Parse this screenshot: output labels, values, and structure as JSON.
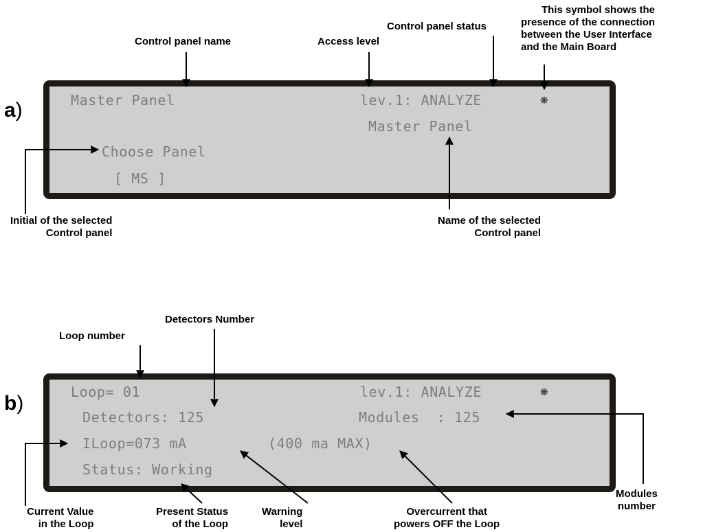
{
  "panel_a": {
    "tag": "a",
    "lcd": {
      "line1_left": "Master Panel",
      "line1_right": "lev.1: ANALYZE",
      "line2_right": "Master Panel",
      "line3_left": "Choose Panel",
      "line4_left": "[ MS ]"
    },
    "annotations": {
      "panel_name": "Control panel name",
      "access_level": "Access level",
      "status": "Control panel status",
      "symbol": [
        "This symbol shows the",
        "presence of  the connection",
        "between the User Interface",
        "and the Main Board"
      ],
      "initial": [
        "Initial of the selected",
        "Control panel"
      ],
      "selected_name": [
        "Name of the selected",
        "Control panel"
      ]
    }
  },
  "panel_b": {
    "tag": "b",
    "lcd": {
      "line1_left": "Loop= 01",
      "line1_right": "lev.1: ANALYZE",
      "line2_left": "Detectors: 125",
      "line2_right": "Modules  : 125",
      "line3_left": "ILoop=073 mA",
      "line3_mid": "(400 ma MAX)",
      "line4_left": "Status: Working"
    },
    "annotations": {
      "loop_number": "Loop number",
      "detectors": "Detectors Number",
      "modules": [
        "Modules",
        "number"
      ],
      "current": [
        "Current Value",
        "in the  Loop"
      ],
      "present_status": [
        "Present Status",
        "of the Loop"
      ],
      "warning": [
        "Warning",
        "level"
      ],
      "overcurrent": [
        "Overcurrent that",
        "powers OFF the Loop"
      ]
    }
  },
  "icons": {
    "connection_symbol": "connection-dot-icon"
  }
}
